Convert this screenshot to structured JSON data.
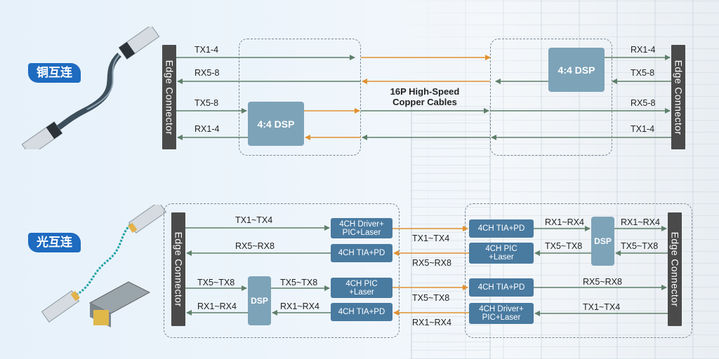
{
  "sections": {
    "copper": {
      "tag": "铜互连",
      "cable_title_line1": "16P High-Speed",
      "cable_title_line2": "Copper Cables"
    },
    "optical": {
      "tag": "光互连"
    }
  },
  "edge_connector": "Edge Connector",
  "copper": {
    "dsp_left": "4:4 DSP",
    "dsp_right": "4:4 DSP",
    "left_labels": [
      "TX1-4",
      "RX5-8",
      "TX5-8",
      "RX1-4"
    ],
    "right_labels": [
      "RX1-4",
      "TX5-8",
      "RX5-8",
      "TX1-4"
    ]
  },
  "optical": {
    "left": {
      "row_labels": [
        "TX1~TX4",
        "RX5~RX8"
      ],
      "dsp": "DSP",
      "pre_dsp_labels": [
        "TX5~TX8",
        "RX1~RX4"
      ],
      "post_dsp_labels": [
        "TX5~TX8",
        "RX1~RX4"
      ],
      "boxes": [
        "4CH Driver+\nPIC+Laser",
        "4CH TIA+PD",
        "4CH PIC\n+Laser",
        "4CH TIA+PD"
      ]
    },
    "middle_labels": [
      "TX1~TX4",
      "RX5~RX8",
      "TX5~TX8",
      "RX1~RX4"
    ],
    "right": {
      "boxes": [
        "4CH TIA+PD",
        "4CH PIC\n+Laser",
        "4CH TIA+PD",
        "4CH Driver+\nPIC+Laser"
      ],
      "pre_dsp_labels": [
        "RX1~RX4",
        "TX5~TX8"
      ],
      "dsp": "DSP",
      "post_dsp_labels": [
        "RX1~RX4",
        "TX5~TX8"
      ],
      "row_labels": [
        "RX5~RX8",
        "TX1~TX4"
      ]
    }
  },
  "colors": {
    "green_arrow": "#5e7f6a",
    "orange_arrow": "#e0912f",
    "tag": "#1e6bc0",
    "dsp": "#7da3b8",
    "module_box": "#497aa0",
    "edge": "#4a4a4a"
  }
}
